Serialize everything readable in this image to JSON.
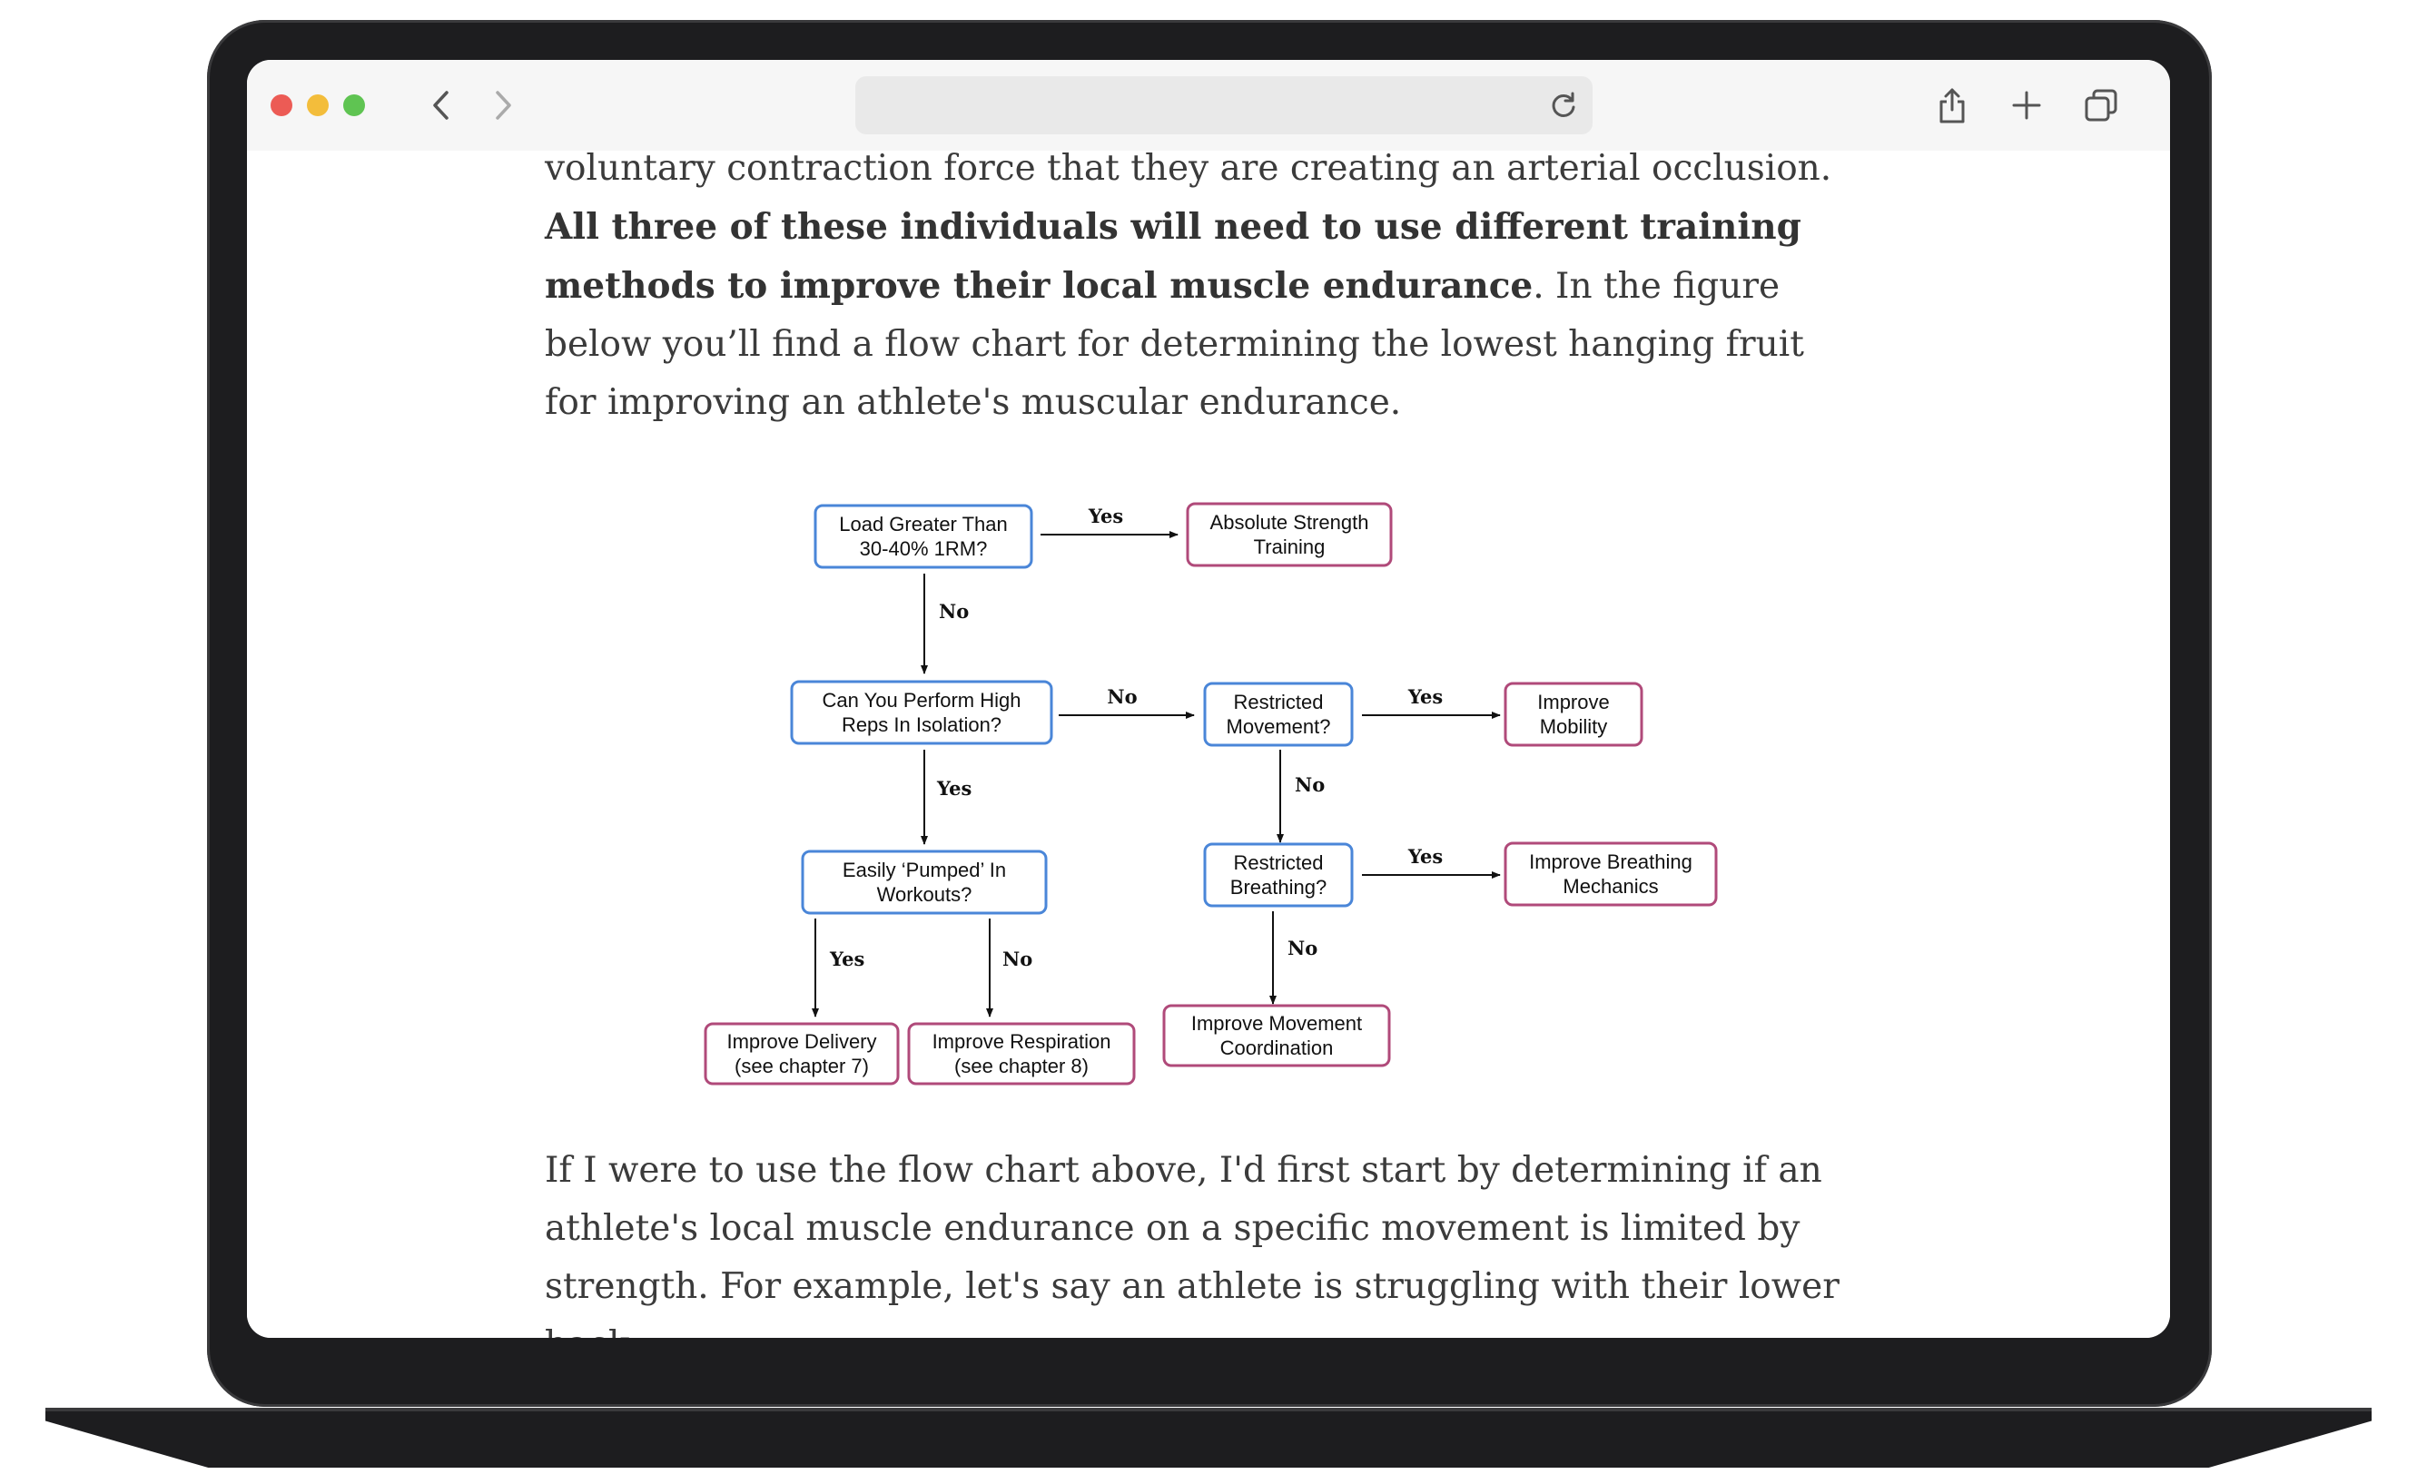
{
  "browser": {
    "back_icon": "chevron-left-icon",
    "forward_icon": "chevron-right-icon",
    "reload_icon": "reload-icon",
    "share_icon": "share-icon",
    "new_tab_icon": "plus-icon",
    "tabs_icon": "tabs-overview-icon",
    "url": ""
  },
  "article": {
    "p1_a": "voluntary contraction force that they are creating an arterial occlusion. ",
    "p1_bold": "All three of these individuals will need to use different training methods to improve their local muscle endurance",
    "p1_b": ". In the figure below you’ll find a flow chart for determining the lowest hanging fruit for improving an athlete's muscular endurance.",
    "p2": "If I were to use the flow chart above, I'd first start by determining if an athlete's local muscle endurance on a specific movement is limited by strength. For example, let's say an athlete is struggling with their lower back"
  },
  "flowchart": {
    "nodes": {
      "load": [
        "Load Greater Than",
        "30-40% 1RM?"
      ],
      "abs_strength": [
        "Absolute Strength",
        "Training"
      ],
      "high_reps": [
        "Can You Perform High",
        "Reps In Isolation?"
      ],
      "restricted_movement": [
        "Restricted",
        "Movement?"
      ],
      "improve_mobility": [
        "Improve",
        "Mobility"
      ],
      "pumped": [
        "Easily ‘Pumped’ In",
        "Workouts?"
      ],
      "restricted_breathing": [
        "Restricted",
        "Breathing?"
      ],
      "improve_breathing": [
        "Improve Breathing",
        "Mechanics"
      ],
      "improve_delivery": [
        "Improve Delivery",
        "(see chapter 7)"
      ],
      "improve_respiration": [
        "Improve Respiration",
        "(see chapter 8)"
      ],
      "improve_coordination": [
        "Improve Movement",
        "Coordination"
      ]
    },
    "labels": {
      "load_yes": "Yes",
      "load_no": "No",
      "high_reps_no": "No",
      "high_reps_yes": "Yes",
      "movement_yes": "Yes",
      "movement_no": "No",
      "breathing_yes": "Yes",
      "breathing_no": "No",
      "pumped_yes": "Yes",
      "pumped_no": "No"
    },
    "colors": {
      "question_border": "#4a86d8",
      "outcome_border": "#b04a7a"
    }
  }
}
